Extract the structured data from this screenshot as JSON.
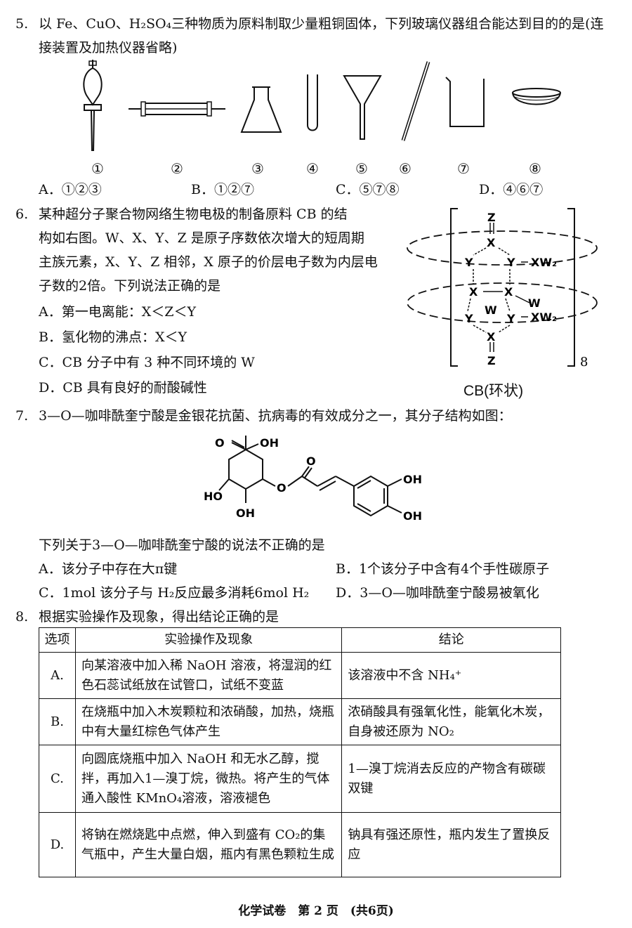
{
  "q5": {
    "num": "5.",
    "stem1": "以 Fe、CuO、H₂SO₄三种物质为原料制取少量粗铜固体，下列玻璃仪器组合能达到目的的是(连",
    "stem2": "接装置及加热仪器省略)",
    "labels": [
      "①",
      "②",
      "③",
      "④",
      "⑤",
      "⑥",
      "⑦",
      "⑧"
    ],
    "options": [
      "A．①②③",
      "B．①②⑦",
      "C．⑤⑦⑧",
      "D．④⑥⑦"
    ]
  },
  "q6": {
    "num": "6.",
    "stem": [
      "某种超分子聚合物网络生物电极的制备原料 CB 的结",
      "构如右图。W、X、Y、Z 是原子序数依次增大的短周期",
      "主族元素，X、Y、Z 相邻，X 原子的价层电子数为内层电",
      "子数的2倍。下列说法正确的是"
    ],
    "options": [
      "A．第一电离能：X＜Z＜Y",
      "B．氢化物的沸点：X＜Y",
      "C．CB 分子中有 3 种不同环境的 W",
      "D．CB 具有良好的耐酸碱性"
    ],
    "figure": {
      "atoms": {
        "z": "Z",
        "x": "X",
        "y": "Y",
        "w": "W",
        "xw2": "XW₂",
        "n": "8"
      },
      "caption": "CB(环状)"
    }
  },
  "q7": {
    "num": "7.",
    "stem": "3—O—咖啡酰奎宁酸是金银花抗菌、抗病毒的有效成分之一，其分子结构如图：",
    "mol": {
      "o": "O",
      "oh": "OH",
      "ho": "HO"
    },
    "question": "下列关于3—O—咖啡酰奎宁酸的说法不正确的是",
    "options": [
      "A．该分子中存在大π键",
      "B．1个该分子中含有4个手性碳原子",
      "C．1mol 该分子与 H₂反应最多消耗6mol H₂",
      "D．3—O—咖啡酰奎宁酸易被氧化"
    ]
  },
  "q8": {
    "num": "8.",
    "stem": "根据实验操作及现象，得出结论正确的是",
    "headers": [
      "选项",
      "实验操作及现象",
      "结论"
    ],
    "rows": [
      {
        "opt": "A.",
        "op": "向某溶液中加入稀 NaOH 溶液，将湿润的红色石蕊试纸放在试管口，试纸不变蓝",
        "con": "该溶液中不含 NH₄⁺"
      },
      {
        "opt": "B.",
        "op": "在烧瓶中加入木炭颗粒和浓硝酸，加热，烧瓶中有大量红棕色气体产生",
        "con": "浓硝酸具有强氧化性，能氧化木炭，自身被还原为 NO₂"
      },
      {
        "opt": "C.",
        "op": "向圆底烧瓶中加入 NaOH 和无水乙醇，搅拌，再加入1—溴丁烷，微热。将产生的气体通入酸性 KMnO₄溶液，溶液褪色",
        "con": "1—溴丁烷消去反应的产物含有碳碳双键"
      },
      {
        "opt": "D.",
        "op": "将钠在燃烧匙中点燃，伸入到盛有 CO₂的集气瓶中，产生大量白烟，瓶内有黑色颗粒生成",
        "con": "钠具有强还原性，瓶内发生了置换反应"
      }
    ]
  },
  "footer": "化学试卷　第 2 页　(共6页)"
}
